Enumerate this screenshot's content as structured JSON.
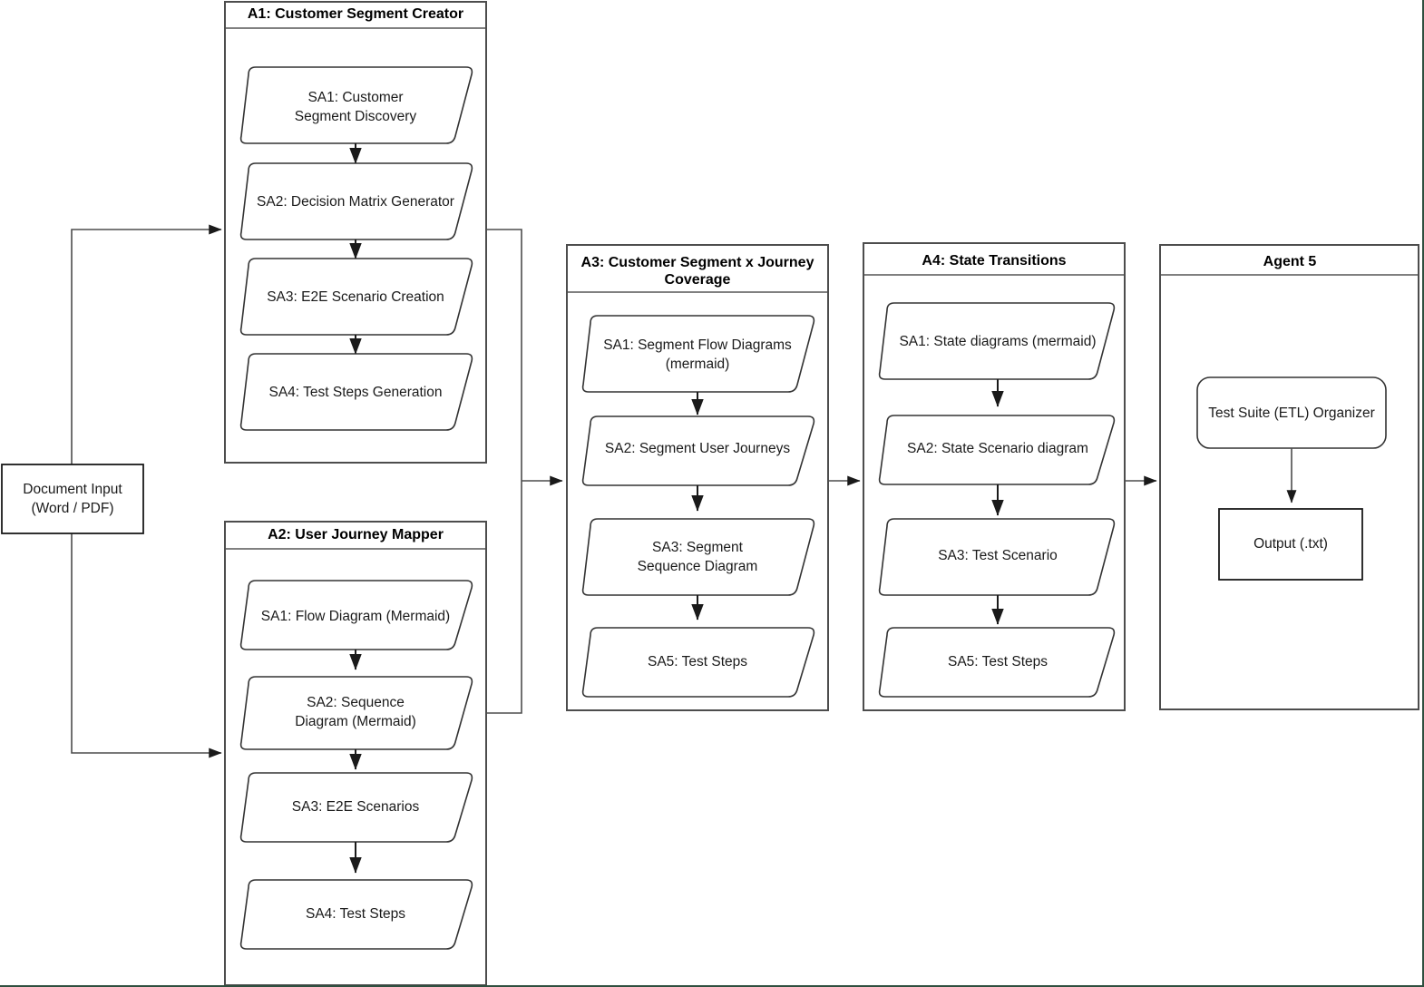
{
  "diagram": {
    "title_visible": false,
    "type": "flowchart",
    "input_node": {
      "id": "document-input",
      "shape": "rectangle",
      "lines": [
        "Document Input",
        "(Word / PDF)"
      ]
    },
    "groups": [
      {
        "id": "a1",
        "title": "A1: Customer Segment Creator",
        "title_lines": [
          "A1: Customer Segment Creator"
        ],
        "steps": [
          {
            "id": "a1-sa1",
            "shape": "parallelogram",
            "lines": [
              "SA1: Customer",
              "Segment Discovery"
            ]
          },
          {
            "id": "a1-sa2",
            "shape": "parallelogram",
            "lines": [
              "SA2: Decision Matrix Generator"
            ]
          },
          {
            "id": "a1-sa3",
            "shape": "parallelogram",
            "lines": [
              "SA3: E2E Scenario Creation"
            ]
          },
          {
            "id": "a1-sa4",
            "shape": "parallelogram",
            "lines": [
              "SA4: Test Steps Generation"
            ]
          }
        ]
      },
      {
        "id": "a2",
        "title": "A2: User Journey Mapper",
        "title_lines": [
          "A2: User Journey Mapper"
        ],
        "steps": [
          {
            "id": "a2-sa1",
            "shape": "parallelogram",
            "lines": [
              "SA1: Flow Diagram (Mermaid)"
            ]
          },
          {
            "id": "a2-sa2",
            "shape": "parallelogram",
            "lines": [
              "SA2: Sequence",
              "Diagram (Mermaid)"
            ]
          },
          {
            "id": "a2-sa3",
            "shape": "parallelogram",
            "lines": [
              "SA3: E2E Scenarios"
            ]
          },
          {
            "id": "a2-sa4",
            "shape": "parallelogram",
            "lines": [
              "SA4: Test Steps"
            ]
          }
        ]
      },
      {
        "id": "a3",
        "title": "A3: Customer Segment x Journey Coverage",
        "title_lines": [
          "A3: Customer Segment x Journey",
          "Coverage"
        ],
        "steps": [
          {
            "id": "a3-sa1",
            "shape": "parallelogram",
            "lines": [
              "SA1: Segment Flow Diagrams",
              "(mermaid)"
            ]
          },
          {
            "id": "a3-sa2",
            "shape": "parallelogram",
            "lines": [
              "SA2: Segment User Journeys"
            ]
          },
          {
            "id": "a3-sa3",
            "shape": "parallelogram",
            "lines": [
              "SA3: Segment",
              "Sequence Diagram"
            ]
          },
          {
            "id": "a3-sa5",
            "shape": "parallelogram",
            "lines": [
              "SA5: Test Steps"
            ]
          }
        ]
      },
      {
        "id": "a4",
        "title": "A4: State Transitions",
        "title_lines": [
          "A4: State Transitions"
        ],
        "steps": [
          {
            "id": "a4-sa1",
            "shape": "parallelogram",
            "lines": [
              "SA1: State diagrams (mermaid)"
            ]
          },
          {
            "id": "a4-sa2",
            "shape": "parallelogram",
            "lines": [
              "SA2: State Scenario diagram"
            ]
          },
          {
            "id": "a4-sa3",
            "shape": "parallelogram",
            "lines": [
              "SA3: Test Scenario"
            ]
          },
          {
            "id": "a4-sa5",
            "shape": "parallelogram",
            "lines": [
              "SA5: Test Steps"
            ]
          }
        ]
      },
      {
        "id": "agent5",
        "title": "Agent 5",
        "title_lines": [
          "Agent 5"
        ],
        "steps": [
          {
            "id": "a5-organizer",
            "shape": "rounded-rectangle",
            "lines": [
              "Test Suite (ETL) Organizer"
            ]
          },
          {
            "id": "a5-output",
            "shape": "rectangle",
            "lines": [
              "Output (.txt)"
            ]
          }
        ]
      }
    ],
    "colors": {
      "group_border": "#4d4d4d",
      "group_divider": "#808080",
      "node_border": "#333333",
      "edge": "#1a1a1a",
      "text": "#1a1a1a",
      "background": "#ffffff",
      "page_border": "#2f4f3f"
    }
  }
}
